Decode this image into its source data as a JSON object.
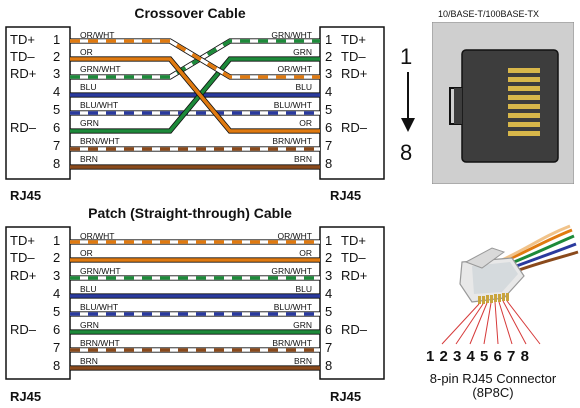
{
  "crossover": {
    "title": "Crossover Cable",
    "left_connector": "RJ45",
    "right_connector": "RJ45",
    "left_signals": [
      "TD+",
      "TD–",
      "RD+",
      "",
      "",
      "RD–",
      "",
      ""
    ],
    "right_signals": [
      "TD+",
      "TD–",
      "RD+",
      "",
      "",
      "RD–",
      "",
      ""
    ],
    "pins": [
      "1",
      "2",
      "3",
      "4",
      "5",
      "6",
      "7",
      "8"
    ],
    "left_wire_labels": [
      "OR/WHT",
      "OR",
      "GRN/WHT",
      "BLU",
      "BLU/WHT",
      "GRN",
      "BRN/WHT",
      "BRN"
    ],
    "right_wire_labels": [
      "GRN/WHT",
      "GRN",
      "OR/WHT",
      "BLU",
      "BLU/WHT",
      "OR",
      "BRN/WHT",
      "BRN"
    ]
  },
  "straight": {
    "title": "Patch (Straight-through) Cable",
    "left_connector": "RJ45",
    "right_connector": "RJ45",
    "left_signals": [
      "TD+",
      "TD–",
      "RD+",
      "",
      "",
      "RD–",
      "",
      ""
    ],
    "right_signals": [
      "TD+",
      "TD–",
      "RD+",
      "",
      "",
      "RD–",
      "",
      ""
    ],
    "pins": [
      "1",
      "2",
      "3",
      "4",
      "5",
      "6",
      "7",
      "8"
    ],
    "left_wire_labels": [
      "OR/WHT",
      "OR",
      "GRN/WHT",
      "BLU",
      "BLU/WHT",
      "GRN",
      "BRN/WHT",
      "BRN"
    ],
    "right_wire_labels": [
      "OR/WHT",
      "OR",
      "GRN/WHT",
      "BLU",
      "BLU/WHT",
      "GRN",
      "BRN/WHT",
      "BRN"
    ]
  },
  "jack": {
    "caption": "10/BASE-T/100BASE-TX",
    "pin_first": "1",
    "pin_last": "8"
  },
  "plug": {
    "pin_numbers": "1 2 3 4 5 6 7 8",
    "caption_line1": "8-pin RJ45 Connector",
    "caption_line2": "(8P8C)"
  },
  "colors": {
    "orange": "#e07a10",
    "green": "#1d8a3a",
    "blue": "#2a3a9e",
    "brown": "#8a4a1c",
    "stripe_white": "#ffffff",
    "jack_panel": "#cfcfcf",
    "jack_body": "#3d3d3d",
    "jack_pins": "#d8b74a",
    "plug_wires_red": "#d63a3a"
  }
}
